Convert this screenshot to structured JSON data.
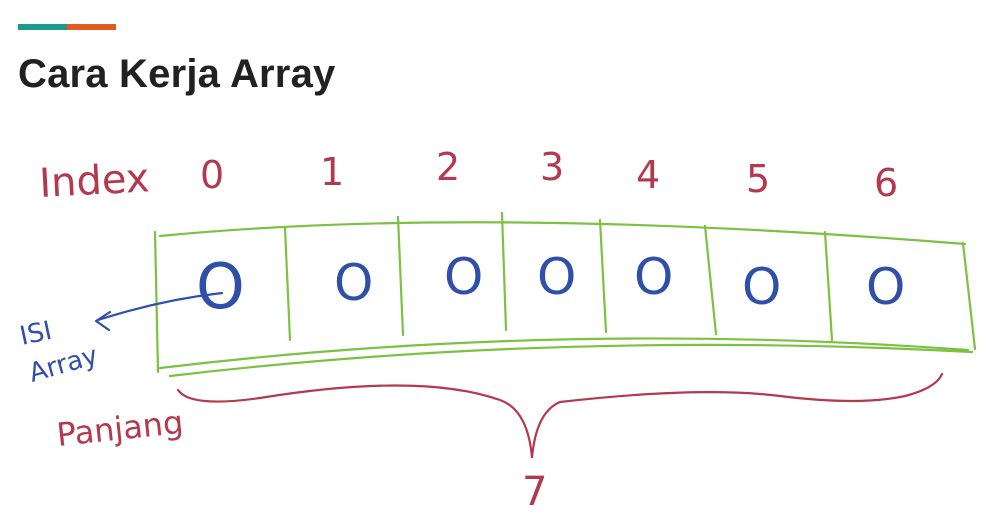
{
  "slide": {
    "title": "Cara Kerja Array",
    "accent_colors": [
      "#1e9a8c",
      "#e35a1c"
    ]
  },
  "diagram": {
    "index_label": "Index",
    "indices": [
      "0",
      "1",
      "2",
      "3",
      "4",
      "5",
      "6"
    ],
    "cell_values": [
      "O",
      "O",
      "O",
      "O",
      "O",
      "O",
      "O"
    ],
    "content_label_line1": "ISI",
    "content_label_line2": "Array",
    "length_label": "Panjang",
    "length_value": "7",
    "colors": {
      "red_ink": "#b33a4e",
      "blue_ink": "#2f4fa8",
      "green_ink": "#7cc142"
    }
  }
}
